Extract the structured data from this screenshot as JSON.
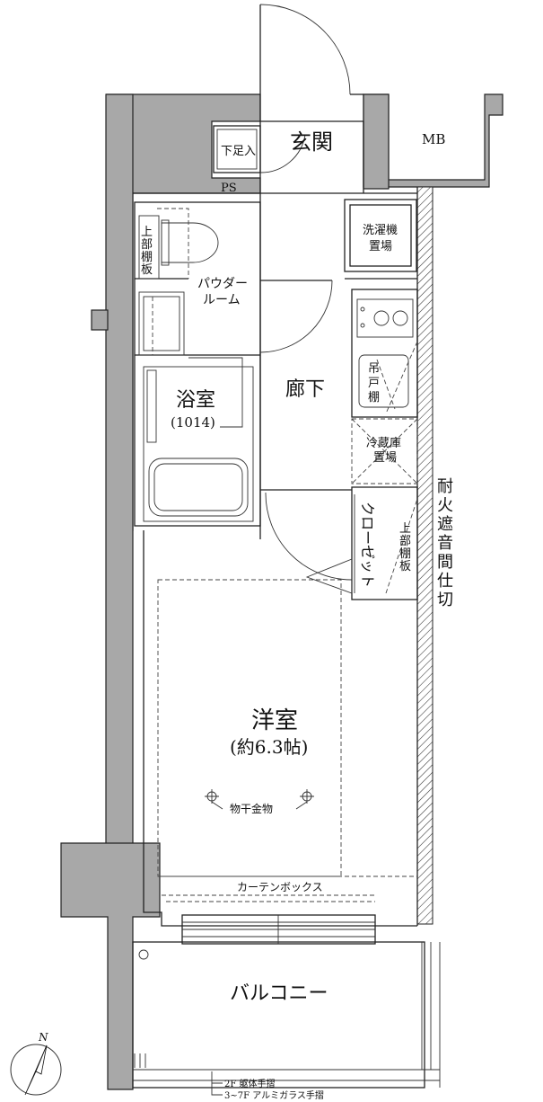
{
  "rooms": {
    "entrance": "玄関",
    "shoe_box": "下足入",
    "mb": "MB",
    "ps": "PS",
    "washer_l1": "洗濯機",
    "washer_l2": "置場",
    "upper_shelf_left": [
      "上",
      "部",
      "棚",
      "板"
    ],
    "powder_l1": "パウダー",
    "powder_l2": "ルーム",
    "hanging_shelf": [
      "吊",
      "戸",
      "棚"
    ],
    "corridor": "廊下",
    "bath": "浴室",
    "bath_size": "(1014)",
    "fridge_l1": "冷蔵庫",
    "fridge_l2": "置場",
    "closet": "クローゼット",
    "upper_shelf_right": [
      "上",
      "部",
      "棚",
      "板"
    ],
    "fire_wall": [
      "耐",
      "火",
      "遮",
      "音",
      "間",
      "仕",
      "切"
    ],
    "western_room": "洋室",
    "western_room_size": "(約6.3帖)",
    "clothes_hanger": "物干金物",
    "curtain_box": "カーテンボックス",
    "balcony": "バルコニー"
  },
  "notes": {
    "handrail_2f": "2F 躯体手摺",
    "handrail_3_7f": "3~7F アルミガラス手摺"
  },
  "compass": {
    "label": "N"
  }
}
